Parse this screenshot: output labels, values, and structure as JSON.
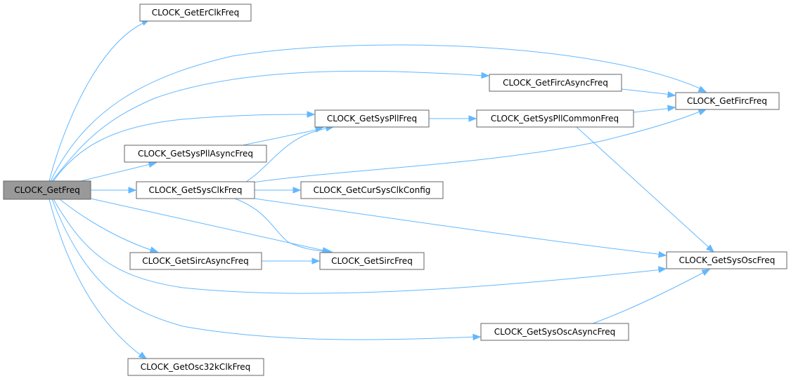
{
  "diagram": {
    "type": "call-graph",
    "colors": {
      "edge": "#63b8ff",
      "root_fill": "#999999",
      "node_border": "#666666"
    },
    "nodes": [
      {
        "id": "getfreq",
        "label": "CLOCK_GetFreq",
        "root": true
      },
      {
        "id": "erclk",
        "label": "CLOCK_GetErClkFreq"
      },
      {
        "id": "fircasync",
        "label": "CLOCK_GetFircAsyncFreq"
      },
      {
        "id": "firc",
        "label": "CLOCK_GetFircFreq"
      },
      {
        "id": "syspll",
        "label": "CLOCK_GetSysPllFreq"
      },
      {
        "id": "syspllcommon",
        "label": "CLOCK_GetSysPllCommonFreq"
      },
      {
        "id": "syspllasync",
        "label": "CLOCK_GetSysPllAsyncFreq"
      },
      {
        "id": "sysclk",
        "label": "CLOCK_GetSysClkFreq"
      },
      {
        "id": "cursysclk",
        "label": "CLOCK_GetCurSysClkConfig"
      },
      {
        "id": "sircasync",
        "label": "CLOCK_GetSircAsyncFreq"
      },
      {
        "id": "sirc",
        "label": "CLOCK_GetSircFreq"
      },
      {
        "id": "sysosc",
        "label": "CLOCK_GetSysOscFreq"
      },
      {
        "id": "sysoscasync",
        "label": "CLOCK_GetSysOscAsyncFreq"
      },
      {
        "id": "osc32k",
        "label": "CLOCK_GetOsc32kClkFreq"
      }
    ],
    "edges": [
      {
        "from": "getfreq",
        "to": "erclk"
      },
      {
        "from": "getfreq",
        "to": "firc"
      },
      {
        "from": "getfreq",
        "to": "fircasync"
      },
      {
        "from": "getfreq",
        "to": "syspll"
      },
      {
        "from": "getfreq",
        "to": "syspllasync"
      },
      {
        "from": "getfreq",
        "to": "sysclk"
      },
      {
        "from": "getfreq",
        "to": "sirc"
      },
      {
        "from": "getfreq",
        "to": "sircasync"
      },
      {
        "from": "getfreq",
        "to": "sysosc"
      },
      {
        "from": "getfreq",
        "to": "sysoscasync"
      },
      {
        "from": "getfreq",
        "to": "osc32k"
      },
      {
        "from": "fircasync",
        "to": "firc"
      },
      {
        "from": "syspll",
        "to": "syspllcommon"
      },
      {
        "from": "syspllcommon",
        "to": "firc"
      },
      {
        "from": "syspllcommon",
        "to": "sysosc"
      },
      {
        "from": "syspllasync",
        "to": "syspll"
      },
      {
        "from": "sysclk",
        "to": "syspll"
      },
      {
        "from": "sysclk",
        "to": "firc"
      },
      {
        "from": "sysclk",
        "to": "cursysclk"
      },
      {
        "from": "sysclk",
        "to": "sirc"
      },
      {
        "from": "sysclk",
        "to": "sysosc"
      },
      {
        "from": "sircasync",
        "to": "sirc"
      },
      {
        "from": "sysoscasync",
        "to": "sysosc"
      }
    ]
  }
}
